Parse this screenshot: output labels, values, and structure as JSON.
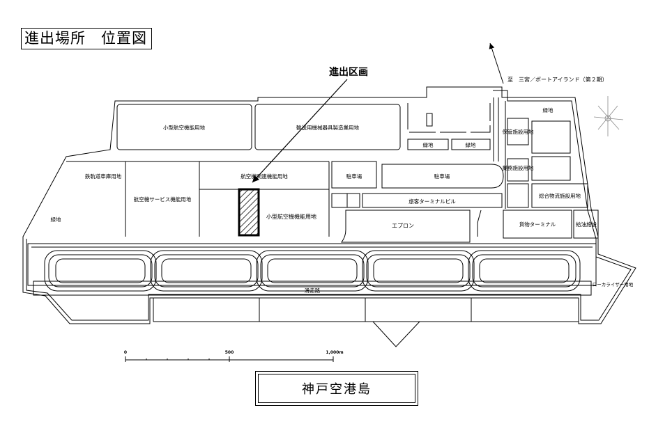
{
  "title": "進出場所　位置図",
  "island_name": "神戸空港島",
  "target_label": "進出区画",
  "direction_label": "至　三宮／ポートアイランド（第２期）",
  "scale": {
    "zero": "0",
    "mid": "500",
    "end": "1,000m"
  },
  "areas": {
    "small_aircraft_top": "小型航空機能用地",
    "transport_machinery": "輸送用機械器具製造業用地",
    "green_top_1": "緑地",
    "green_top_2": "緑地",
    "green_right": "緑地",
    "fuel_facility": "保管施設用地",
    "business_facility": "業務施設用地",
    "logistics": "総合物流施設用地",
    "rail_storage": "鉄軌道車庫用地",
    "aviation_related": "航空機関連機能用地",
    "aviation_service": "航空機サービス機能用地",
    "parking_1": "駐車場",
    "parking_2": "駐車場",
    "passenger_terminal": "旅客ターミナルビル",
    "small_aircraft_target": "小型航空機機能用地",
    "apron": "エプロン",
    "cargo_terminal": "貨物ターミナル",
    "refuel": "給油施設",
    "green_left": "緑地",
    "taxiway": "滑走路",
    "localizer": "ローカライザー用地"
  },
  "colors": {
    "line": "#000000",
    "background": "#ffffff"
  }
}
